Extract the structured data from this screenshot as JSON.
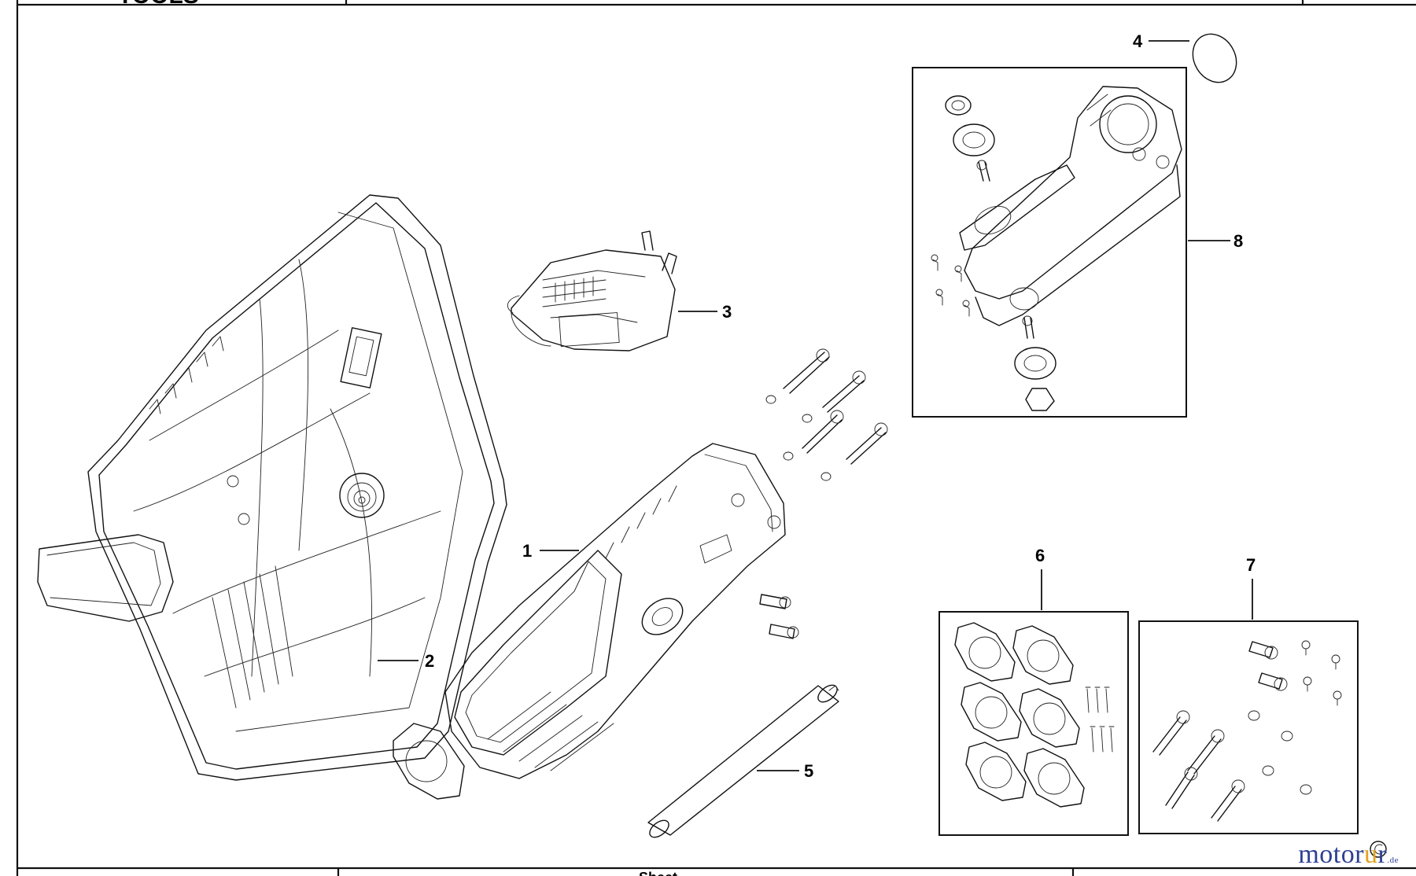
{
  "sheet": {
    "header_text_partial": "TOOLS",
    "footer_text_partial": "Sheet"
  },
  "callouts": [
    {
      "id": "1",
      "label": "1"
    },
    {
      "id": "2",
      "label": "2"
    },
    {
      "id": "3",
      "label": "3"
    },
    {
      "id": "4",
      "label": "4"
    },
    {
      "id": "5",
      "label": "5"
    },
    {
      "id": "6",
      "label": "6"
    },
    {
      "id": "7",
      "label": "7"
    },
    {
      "id": "8",
      "label": "8"
    }
  ],
  "watermark": {
    "brand_a": "motor",
    "brand_b": "u",
    "brand_c": "r",
    "tld": ".de"
  },
  "colors": {
    "line": "#111111",
    "watermark_blue": "#2d3f93",
    "watermark_orange": "#e0a21d"
  }
}
